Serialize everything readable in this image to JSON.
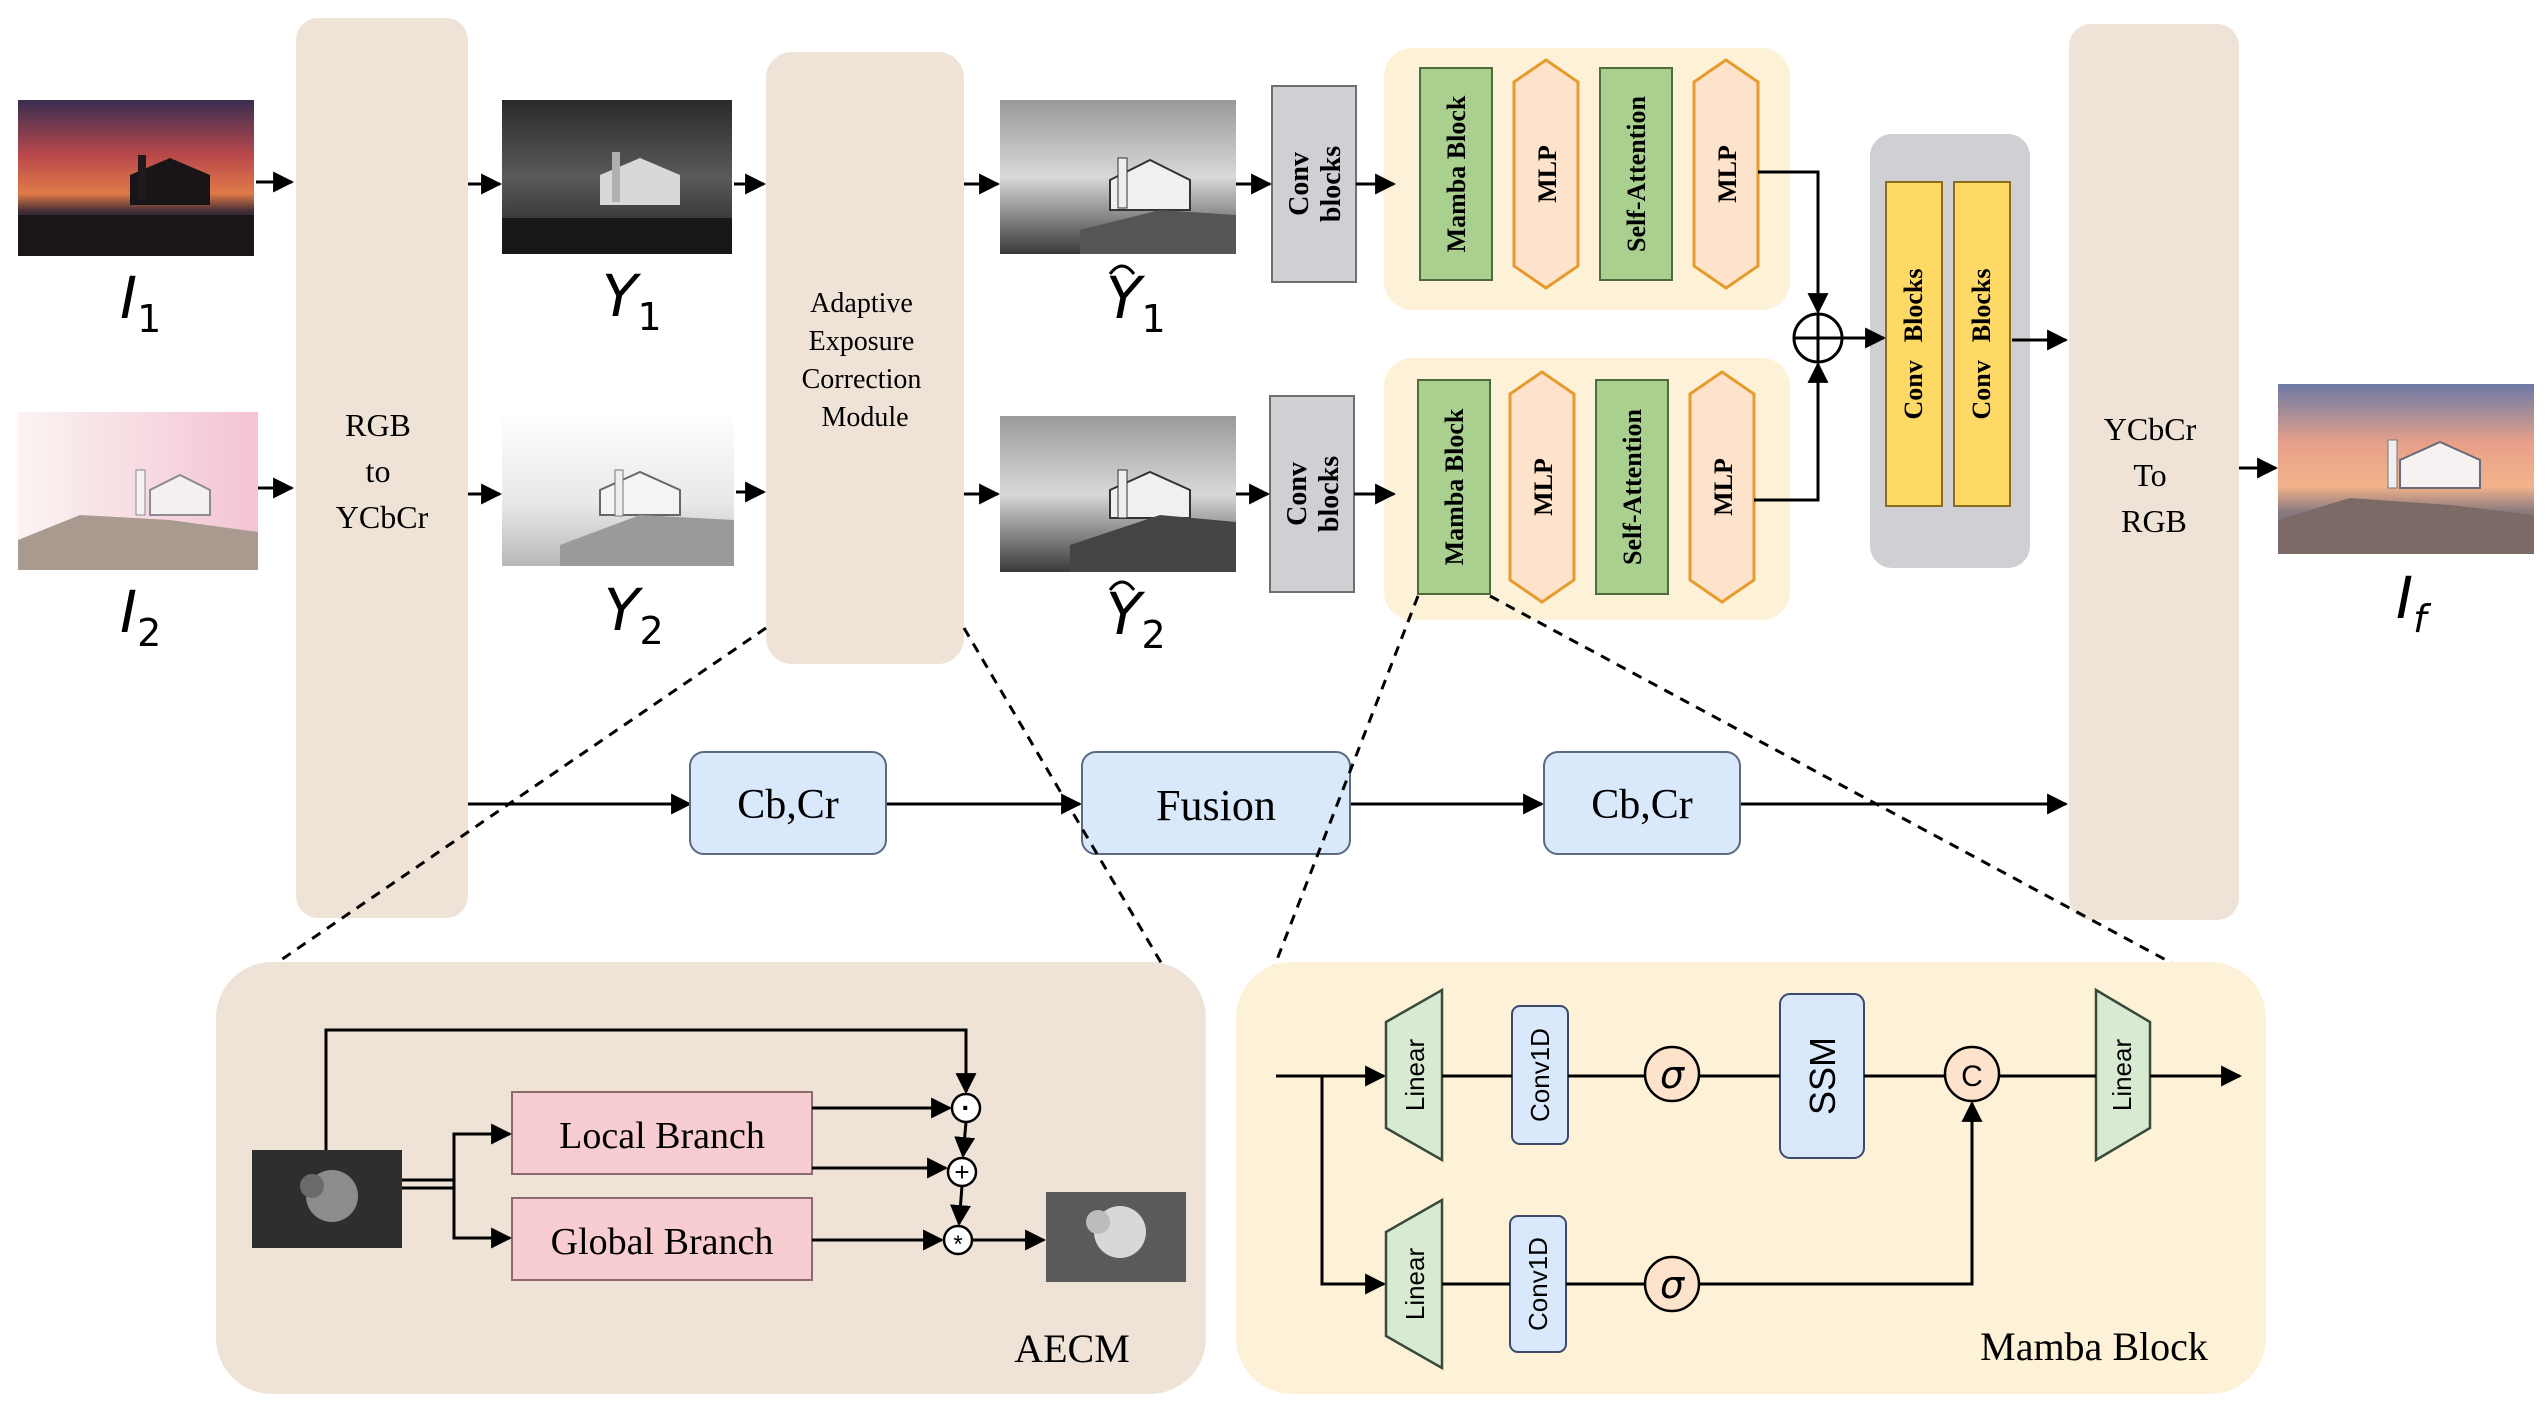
{
  "inputs": {
    "i1": {
      "base": "I",
      "sub": "1"
    },
    "i2": {
      "base": "I",
      "sub": "2"
    },
    "if": {
      "base": "I",
      "sub": "f"
    }
  },
  "luma": {
    "y1": {
      "base": "Y",
      "sub": "1"
    },
    "y2": {
      "base": "Y",
      "sub": "2"
    },
    "y1hat": {
      "base": "Y",
      "sub": "1"
    },
    "y2hat": {
      "base": "Y",
      "sub": "2"
    }
  },
  "blocks": {
    "rgb_to_ycbcr": [
      "RGB",
      "to",
      "YCbCr"
    ],
    "aecm_module": [
      "Adaptive",
      "Exposure",
      "Correction",
      "Module"
    ],
    "conv_blocks": [
      "Conv",
      "blocks"
    ],
    "mamba_block": "Mamba Block",
    "mlp": "MLP",
    "self_attention": "Self-Attention",
    "fusion_conv": [
      "Conv",
      "Blocks"
    ],
    "ycbcr_to_rgb": [
      "YCbCr",
      "To",
      "RGB"
    ]
  },
  "chroma": {
    "cbcr_left": "Cb,Cr",
    "fusion": "Fusion",
    "cbcr_right": "Cb,Cr"
  },
  "aecm_detail": {
    "local": "Local Branch",
    "global": "Global Branch",
    "title": "AECM",
    "op_dot": "·",
    "op_plus": "+",
    "op_star": "*"
  },
  "mamba_detail": {
    "linear": "Linear",
    "conv1d": "Conv1D",
    "sigma": "σ",
    "ssm": "SSM",
    "concat": "C",
    "title": "Mamba Block"
  },
  "colors": {
    "beige": "#efe3d8",
    "cream": "#fdf2d8",
    "green": "#a9d08e",
    "peach": "#fde3cc",
    "orange": "#e69b2e",
    "gray": "#d0cfd4",
    "blue": "#dae8fc",
    "yellow": "#ffd966",
    "pink": "#f8cdd1"
  }
}
